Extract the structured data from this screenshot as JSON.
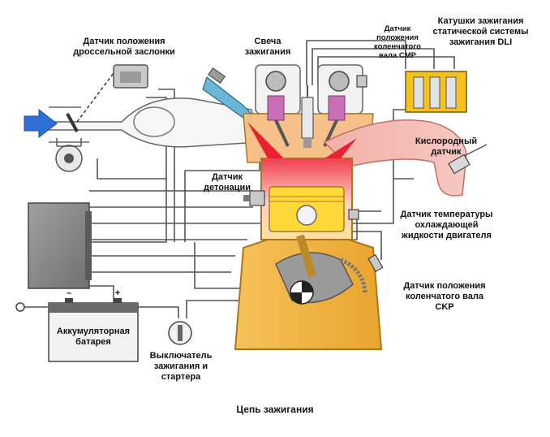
{
  "labels": {
    "throttle_sensor": "Датчик положения\nдроссельной заслонки",
    "spark_plug": "Свеча\nзажигания",
    "cmp_sensor": "Датчик\nположения\nколенчатого\nвала CMP",
    "dli_coils": "Катушки зажигания\nстатической системы\nзажигания DLI",
    "oxygen_sensor": "Кислородный\nдатчик",
    "knock_sensor": "Датчик\nдетонации",
    "coolant_temp_sensor": "Датчик температуры\nохлаждающей\nжидкости двигателя",
    "ckp_sensor": "Датчик положения\nколенчатого вала\nCKP",
    "battery": "Аккумуляторная\nбатарея",
    "battery_minus": "–",
    "battery_plus": "+",
    "ignition_switch": "Выключатель\nзажигания и\nстартера"
  },
  "caption": "Цепь зажигания",
  "colors": {
    "wire": "#555555",
    "engine_block": "#f5b545",
    "engine_outline": "#a8781f",
    "piston_head": "#ffd83a",
    "combustion": "#e8202f",
    "exhaust": "#f0a6a0",
    "coil_yellow": "#f4c21e",
    "air_arrow": "#2f6fd6",
    "ecu": "#8a8a8a",
    "valve_spring": "#c86fb6"
  }
}
